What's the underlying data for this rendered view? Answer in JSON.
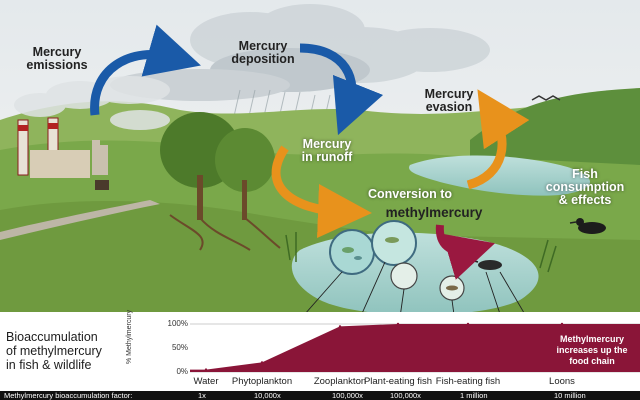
{
  "labels": {
    "emissions": "Mercury\nemissions",
    "deposition": "Mercury\ndeposition",
    "evasion": "Mercury\nevasion",
    "runoff": "Mercury\nin runoff",
    "conversion": "Conversion to",
    "methylmercury": "methylmercury",
    "fish_consumption": "Fish\nconsumption\n& effects"
  },
  "bioaccumulation": {
    "title": "Bioaccumulation\nof methylmercury\nin fish & wildlife",
    "y_axis_label": "% Methylmercury",
    "callout": "Methylmercury\nincreases up the\nfood chain",
    "factor_label": "Methylmercury bioaccumulation factor:"
  },
  "chart_data": {
    "type": "area",
    "categories": [
      "Water",
      "Phytoplankton",
      "Zooplankton",
      "Plant-eating fish",
      "Fish-eating fish",
      "Loons"
    ],
    "values": [
      5,
      20,
      95,
      100,
      100,
      100
    ],
    "ylabel": "% Methylmercury",
    "yticks": [
      "0%",
      "50%",
      "100%"
    ],
    "ylim": [
      0,
      100
    ],
    "bioaccumulation_factors": [
      "1x",
      "10,000x",
      "100,000x",
      "100,000x",
      "1 million",
      "10 million"
    ]
  },
  "colors": {
    "area_fill": "#8a1538",
    "blue_arrow": "#1a5aa8",
    "orange_arrow": "#e8921c",
    "red_arrow": "#9a1840"
  }
}
